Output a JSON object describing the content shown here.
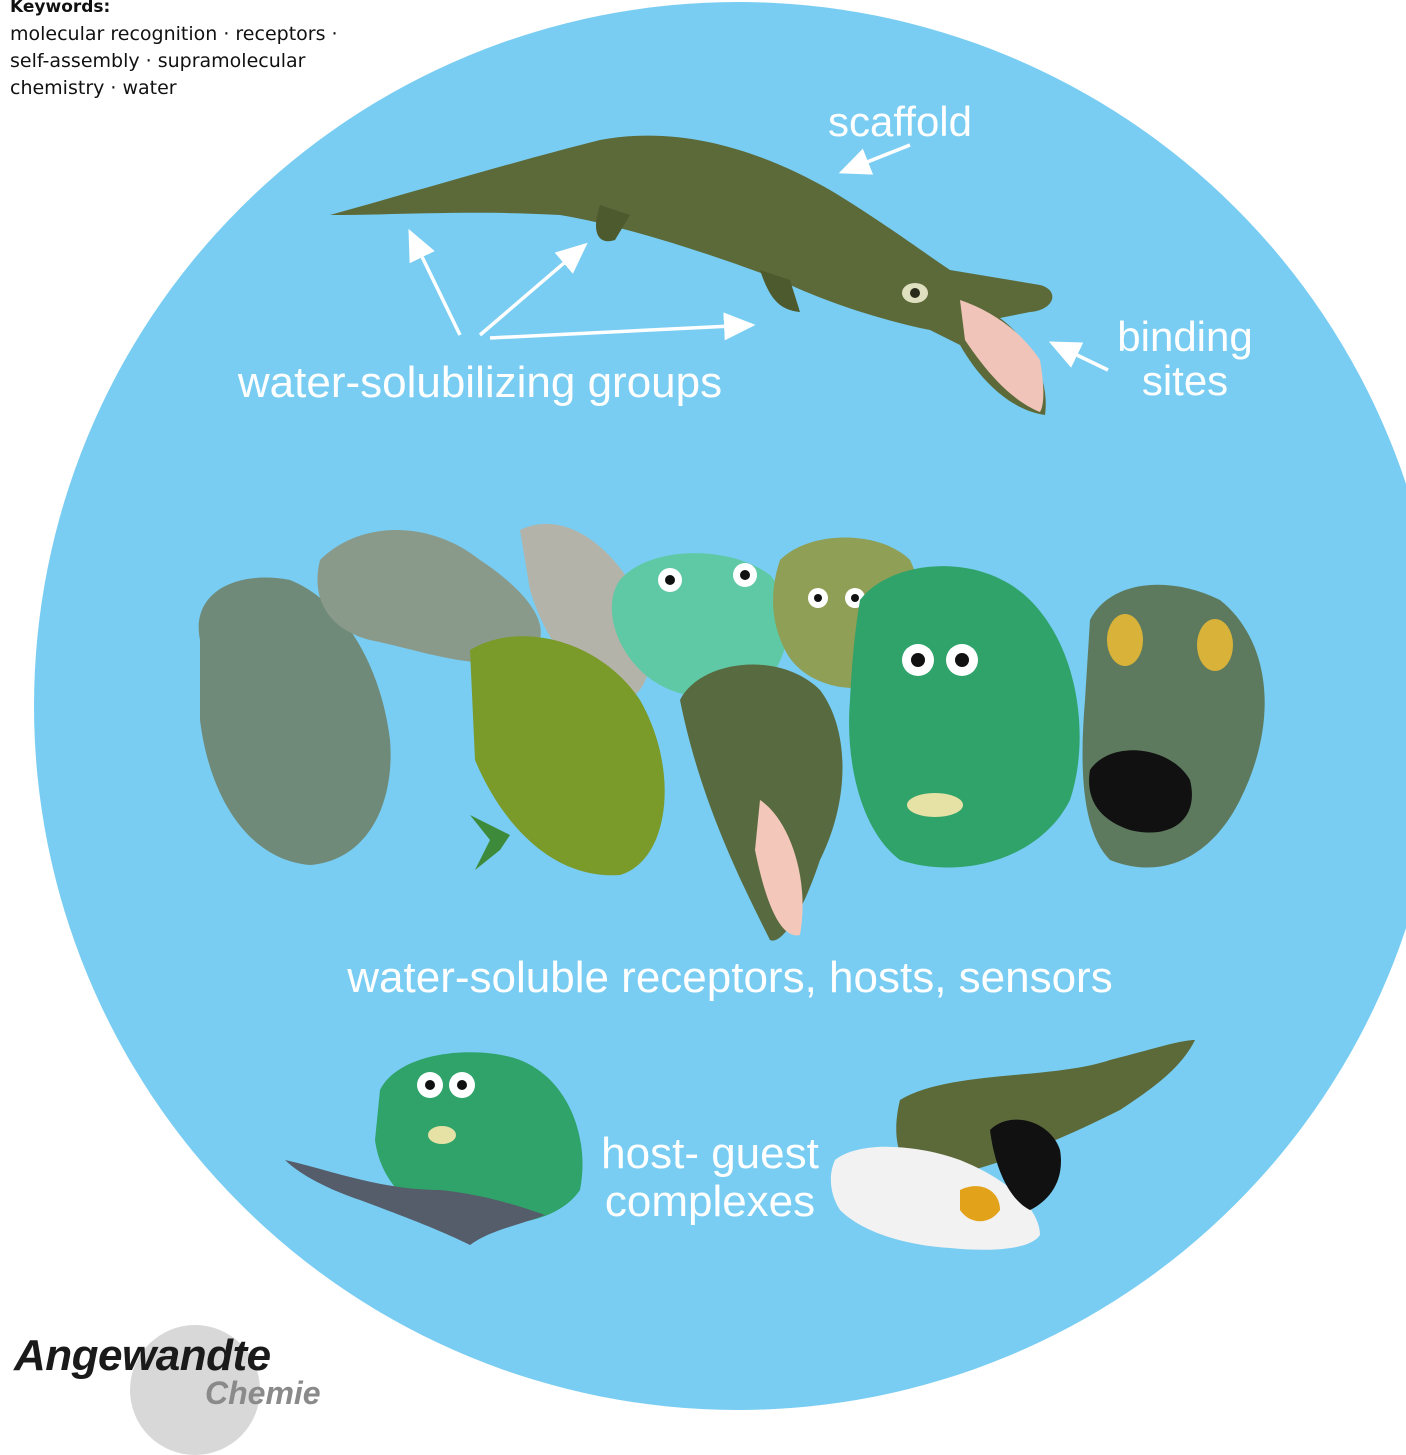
{
  "keywords": {
    "title": "Keywords:",
    "body": "molecular recognition · receptors · self-assembly · supramolecular chemistry · water"
  },
  "labels": {
    "scaffold": "scaffold",
    "binding_sites": "binding sites",
    "water_solubilizing_groups": "water-solubilizing groups",
    "receptors": "water-soluble receptors, hosts, sensors",
    "host_guest": "host- guest complexes"
  },
  "logo": {
    "line1": "Angewandte",
    "line2": "Chemie"
  },
  "colors": {
    "background_circle": "#79cdf2",
    "label_text": "#ffffff",
    "crocodile_dark": "#4f5a34",
    "crocodile_green": "#2fa36a"
  }
}
